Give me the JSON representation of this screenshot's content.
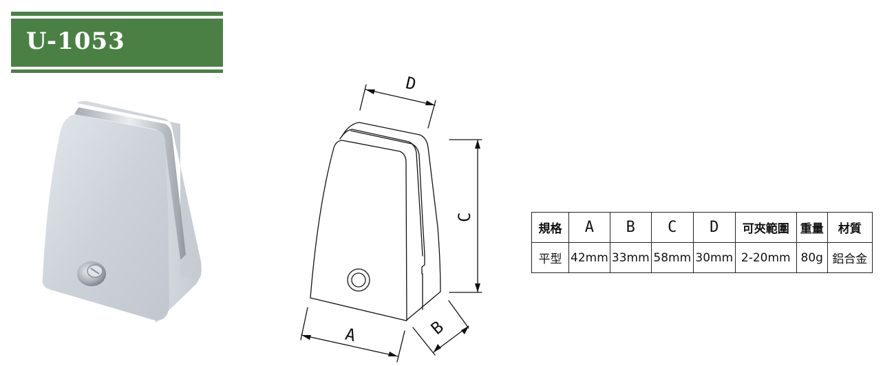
{
  "header": {
    "model_code": "U-1053",
    "banner_color": "#4b8045"
  },
  "drawing": {
    "labels": {
      "a": "A",
      "b": "B",
      "c": "C",
      "d": "D"
    }
  },
  "spec_table": {
    "headers": [
      "規格",
      "A",
      "B",
      "C",
      "D",
      "可夾範圍",
      "重量",
      "材質"
    ],
    "rows": [
      [
        "平型",
        "42mm",
        "33mm",
        "58mm",
        "30mm",
        "2-20mm",
        "80g",
        "鋁合金"
      ]
    ]
  }
}
